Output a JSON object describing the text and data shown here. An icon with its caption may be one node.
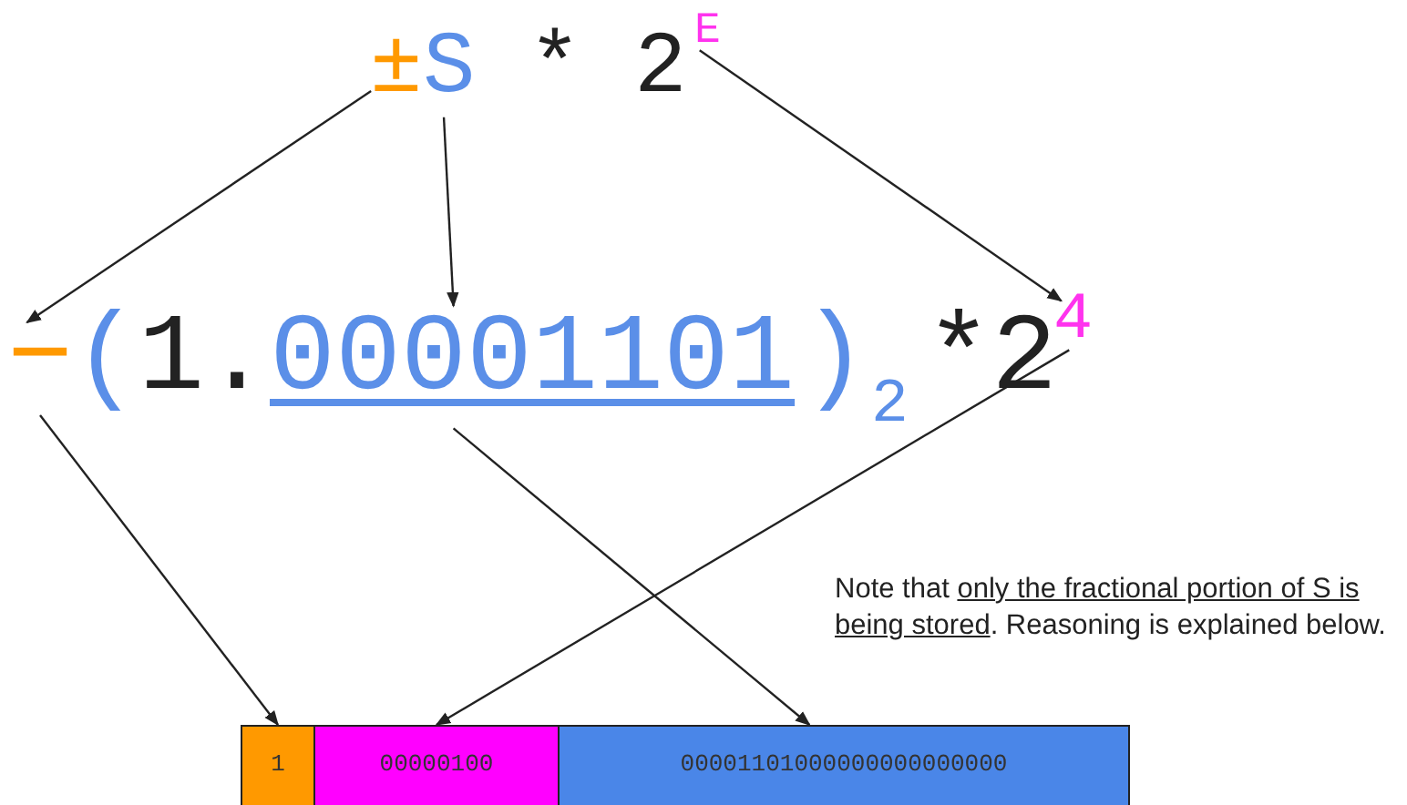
{
  "diagram": {
    "nodes": [
      {
        "text": [
          "±"
        ]
      },
      {
        "text": [
          "S"
        ]
      },
      {
        "text": [
          "E"
        ]
      },
      {
        "text": [
          "−"
        ]
      },
      {
        "text": [
          "00001101"
        ]
      },
      {
        "text": [
          "4"
        ]
      },
      {
        "text": [
          "1"
        ]
      },
      {
        "text": [
          "00000100"
        ]
      },
      {
        "text": [
          "00001101000000000000000"
        ]
      }
    ],
    "edges": [
      {
        "from": 0,
        "to": 3,
        "arrow": "to"
      },
      {
        "from": 1,
        "to": 4,
        "arrow": "to"
      },
      {
        "from": 2,
        "to": 5,
        "arrow": "to"
      },
      {
        "from": 3,
        "to": 6,
        "arrow": "to"
      },
      {
        "from": 4,
        "to": 8,
        "arrow": "to"
      },
      {
        "from": 5,
        "to": 7,
        "arrow": "to"
      }
    ],
    "labels": [
      "*",
      "2",
      "(",
      "1.",
      ")",
      "2",
      "*2",
      "Note that",
      "only the fractional portion of S is being stored",
      ". Reasoning is explained below."
    ]
  }
}
